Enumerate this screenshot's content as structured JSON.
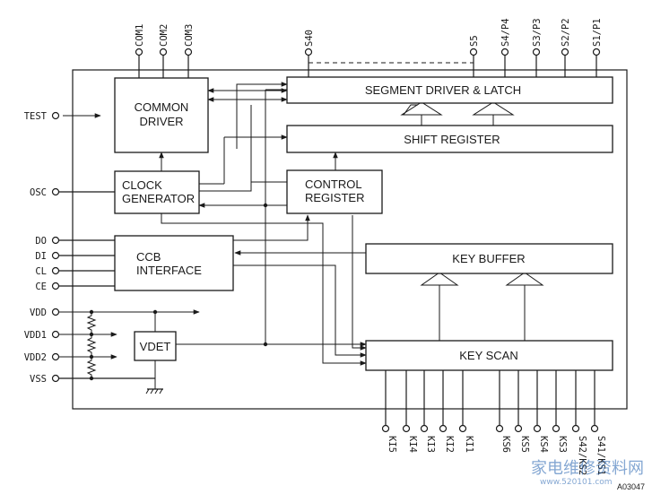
{
  "blocks": {
    "common_driver": [
      "COMMON",
      "DRIVER"
    ],
    "segment_driver": "SEGMENT DRIVER & LATCH",
    "shift_register": "SHIFT REGISTER",
    "clock_generator": [
      "CLOCK",
      "GENERATOR"
    ],
    "control_register": [
      "CONTROL",
      "REGISTER"
    ],
    "ccb_interface": [
      "CCB",
      "INTERFACE"
    ],
    "key_buffer": "KEY BUFFER",
    "vdet": "VDET",
    "key_scan": "KEY SCAN"
  },
  "pins": {
    "com": [
      "COM1",
      "COM2",
      "COM3"
    ],
    "s40": "S40",
    "s5": "S5",
    "segment_ports": [
      "S4/P4",
      "S3/P3",
      "S2/P2",
      "S1/P1"
    ],
    "left": [
      "TEST",
      "OSC",
      "DO",
      "DI",
      "CL",
      "CE"
    ],
    "power": [
      "VDD",
      "VDD1",
      "VDD2",
      "VSS"
    ],
    "ki": [
      "KI5",
      "KI4",
      "KI3",
      "KI2",
      "KI1"
    ],
    "ks": [
      "KS6",
      "KS5",
      "KS4",
      "KS3",
      "S42/KS2",
      "S41/KS1"
    ]
  },
  "figure_code": "A03047",
  "watermark": {
    "text": "家电维修资料网",
    "url": "www.520101.com"
  }
}
